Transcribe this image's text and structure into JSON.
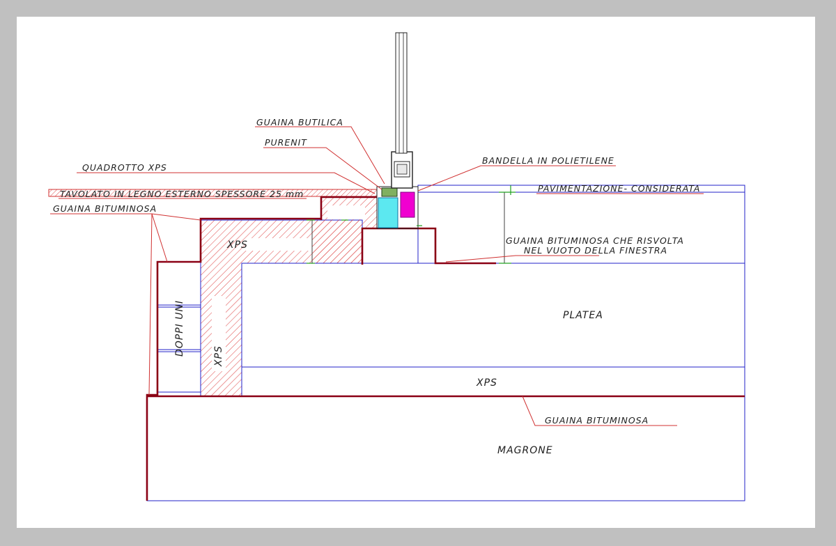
{
  "labels": {
    "guaina_butilica": "GUAINA BUTILICA",
    "purenit": "PURENIT",
    "quadrotto_xps": "QUADROTTO XPS",
    "bandella": "BANDELLA IN POLIETILENE",
    "tavolato": "TAVOLATO IN LEGNO ESTERNO SPESSORE 25 mm",
    "pavimentazione": "PAVIMENTAZIONE- CONSIDERATA",
    "guaina_bituminosa_top": "GUAINA BITUMINOSA",
    "guaina_risvolta_1": "GUAINA BITUMINOSA CHE RISVOLTA",
    "guaina_risvolta_2": "NEL VUOTO DELLA FINESTRA",
    "xps_upper": "XPS",
    "xps_vertical": "XPS",
    "doppi_uni": "DOPPI UNI",
    "platea": "PLATEA",
    "xps_bottom": "XPS",
    "guaina_bituminosa_bottom": "GUAINA BITUMINOSA",
    "magrone": "MAGRONE"
  },
  "colors": {
    "outline": "#2020c8",
    "membrane": "#8a0014",
    "hatch": "#e05050",
    "leader": "#d03030",
    "window_cyan": "#5ce8f0",
    "window_magenta": "#f000d0",
    "dimension": "#20a020"
  }
}
